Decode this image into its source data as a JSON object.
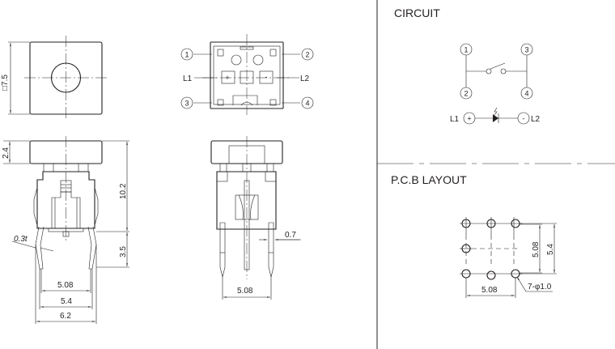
{
  "sections": {
    "circuit_title": "CIRCUIT",
    "pcb_title": "P.C.B LAYOUT"
  },
  "top_view": {
    "dim_square": "□7.5"
  },
  "bottom_view": {
    "pin_labels": [
      "1",
      "2",
      "3",
      "4"
    ],
    "led_labels": [
      "L1",
      "L2"
    ],
    "led_polarity": [
      "+",
      "-"
    ]
  },
  "side_view_left": {
    "dim_cap_height": "2.4",
    "dim_body_height": "10.2",
    "dim_pin_length": "3.5",
    "dim_thickness": "0.3t",
    "dim_pitch": "5.08",
    "dim_pin_span": "5.4",
    "dim_width": "6.2"
  },
  "side_view_right": {
    "dim_pin_width": "0.7",
    "dim_pitch": "5.08"
  },
  "circuit": {
    "switch_pins": [
      "1",
      "2",
      "3",
      "4"
    ],
    "led_left_label": "L1",
    "led_right_label": "L2",
    "led_plus": "+",
    "led_minus": "-"
  },
  "pcb_layout": {
    "dim_vertical_inner": "5.08",
    "dim_vertical_outer": "5.4",
    "dim_horizontal": "5.08",
    "hole_note": "7-φ1.0"
  },
  "colors": {
    "ink": "#231f20",
    "background": "#ffffff"
  }
}
